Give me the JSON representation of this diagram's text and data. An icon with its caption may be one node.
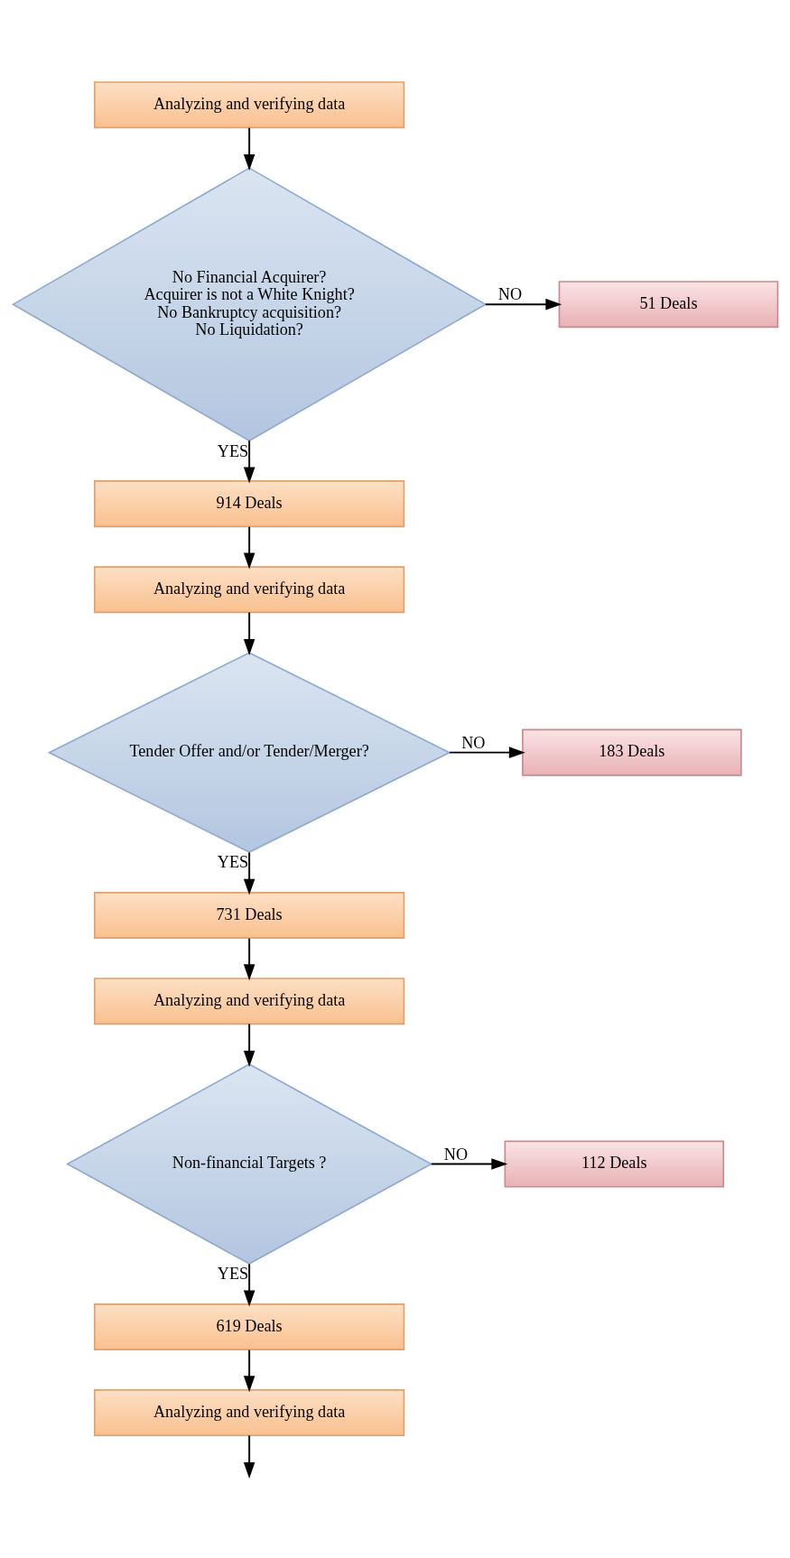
{
  "diagram": {
    "nodes": [
      {
        "text": [
          "Analyzing and verifying data"
        ]
      },
      {
        "text": [
          "No Financial Acquirer?",
          "Acquirer is not a White Knight?",
          "No Bankruptcy acquisition?",
          "No Liquidation?"
        ]
      },
      {
        "text": [
          "51 Deals"
        ]
      },
      {
        "text": [
          "914 Deals"
        ]
      },
      {
        "text": [
          "Analyzing and verifying data"
        ]
      },
      {
        "text": [
          "Tender Offer and/or Tender/Merger?"
        ]
      },
      {
        "text": [
          "183 Deals"
        ]
      },
      {
        "text": [
          "731 Deals"
        ]
      },
      {
        "text": [
          "Analyzing and verifying data"
        ]
      },
      {
        "text": [
          "Non-financial Targets ?"
        ]
      },
      {
        "text": [
          "112 Deals"
        ]
      },
      {
        "text": [
          "619 Deals"
        ]
      },
      {
        "text": [
          "Analyzing and verifying data"
        ]
      }
    ],
    "edges": [
      {
        "from": 0,
        "to": 1,
        "arrow": "to"
      },
      {
        "from": 1,
        "to": 2,
        "arrow": "to",
        "label": "NO"
      },
      {
        "from": 1,
        "to": 3,
        "arrow": "to",
        "label": "YES"
      },
      {
        "from": 3,
        "to": 4,
        "arrow": "to"
      },
      {
        "from": 4,
        "to": 5,
        "arrow": "to"
      },
      {
        "from": 5,
        "to": 6,
        "arrow": "to",
        "label": "NO"
      },
      {
        "from": 5,
        "to": 7,
        "arrow": "to",
        "label": "YES"
      },
      {
        "from": 7,
        "to": 8,
        "arrow": "to"
      },
      {
        "from": 8,
        "to": 9,
        "arrow": "to"
      },
      {
        "from": 9,
        "to": 10,
        "arrow": "to",
        "label": "NO"
      },
      {
        "from": 9,
        "to": 11,
        "arrow": "to",
        "label": "YES"
      },
      {
        "from": 11,
        "to": 12,
        "arrow": "to"
      },
      {
        "from": 12,
        "to": null,
        "arrow": "to"
      }
    ]
  }
}
